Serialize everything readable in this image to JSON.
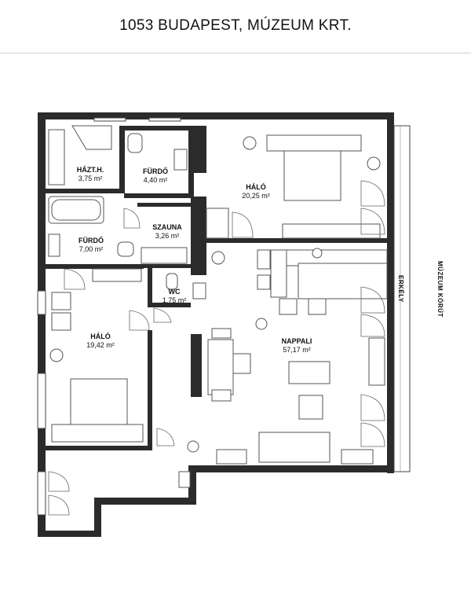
{
  "header": {
    "address": "1053 BUDAPEST, MÚZEUM KRT."
  },
  "rooms": {
    "hazt": {
      "name": "HÁZT.H.",
      "area": "3,75 m²"
    },
    "furdo_top": {
      "name": "FÜRDŐ",
      "area": "4,40 m²"
    },
    "halo_top": {
      "name": "HÁLÓ",
      "area": "20,25 m²"
    },
    "szauna": {
      "name": "SZAUNA",
      "area": "3,26 m²"
    },
    "furdo_left": {
      "name": "FÜRDŐ",
      "area": "7,00 m²"
    },
    "wc": {
      "name": "WC",
      "area": "1,75 m²"
    },
    "halo_left": {
      "name": "HÁLÓ",
      "area": "19,42 m²"
    },
    "nappali": {
      "name": "NAPPALI",
      "area": "57,17 m²"
    }
  },
  "labels": {
    "balcony": "ERKÉLY",
    "street": "MÚZEUM KÖRÚT"
  },
  "colors": {
    "wall": "#2b2b2b",
    "line": "#555555"
  }
}
